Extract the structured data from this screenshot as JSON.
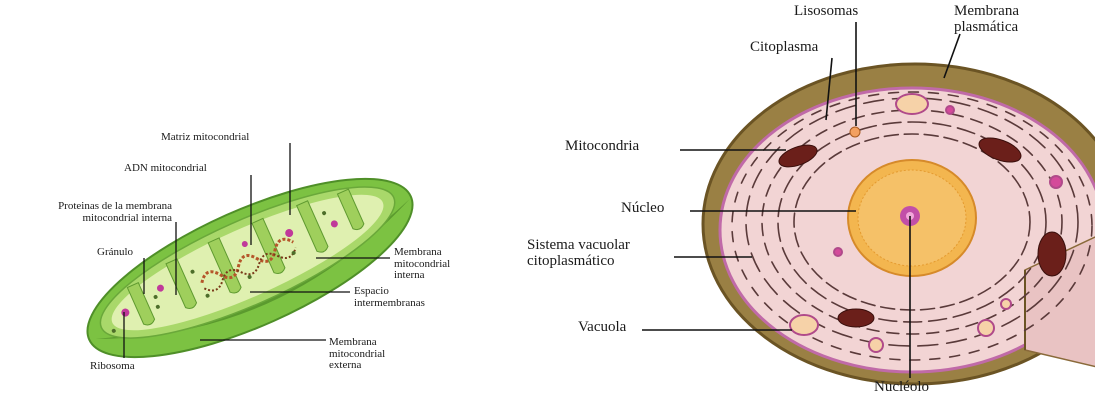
{
  "mitochondria": {
    "labels": {
      "matrix": "Matriz mitocondrial",
      "dna": "ADN mitocondrial",
      "inner_proteins_line1": "Proteinas de la membrana",
      "inner_proteins_line2": "mitocondrial interna",
      "granule": "Gránulo",
      "inner_membrane_line1": "Membrana",
      "inner_membrane_line2": "mitocondrial",
      "inner_membrane_line3": "interna",
      "intermembrane_line1": "Espacio",
      "intermembrane_line2": "intermembranas",
      "outer_membrane_line1": "Membrana",
      "outer_membrane_line2": "mitocondrial",
      "outer_membrane_line3": "externa",
      "ribosome": "Ribosoma"
    }
  },
  "cell": {
    "labels": {
      "lysosomes": "Lisosomas",
      "plasma_membrane_line1": "Membrana",
      "plasma_membrane_line2": "plasmática",
      "cytoplasm": "Citoplasma",
      "mitochondria": "Mitocondria",
      "nucleus": "Núcleo",
      "vacuolar_system_line1": "Sistema vacuolar",
      "vacuolar_system_line2": "citoplasmático",
      "vacuole": "Vacuola",
      "nucleolus": "Nucléolo"
    }
  },
  "colors": {
    "mito_outer": "#7cc242",
    "mito_outer_dark": "#4f8f28",
    "mito_inner": "#a9d86a",
    "mito_matrix": "#dff0b0",
    "granule": "#c0399a",
    "dna": "#b5562a",
    "cell_outer": "#9a8044",
    "cell_rim": "#6b5424",
    "cytoplasm": "#f2d4d4",
    "membrane_pink": "#c06aa8",
    "nucleus": "#f3b64f",
    "nucleus_dark": "#e49a2f",
    "nucleolus": "#c24fa8",
    "er_lines": "#5a3a3a",
    "mito_cell": "#6b1f1a",
    "leader_lines": "#111111"
  }
}
